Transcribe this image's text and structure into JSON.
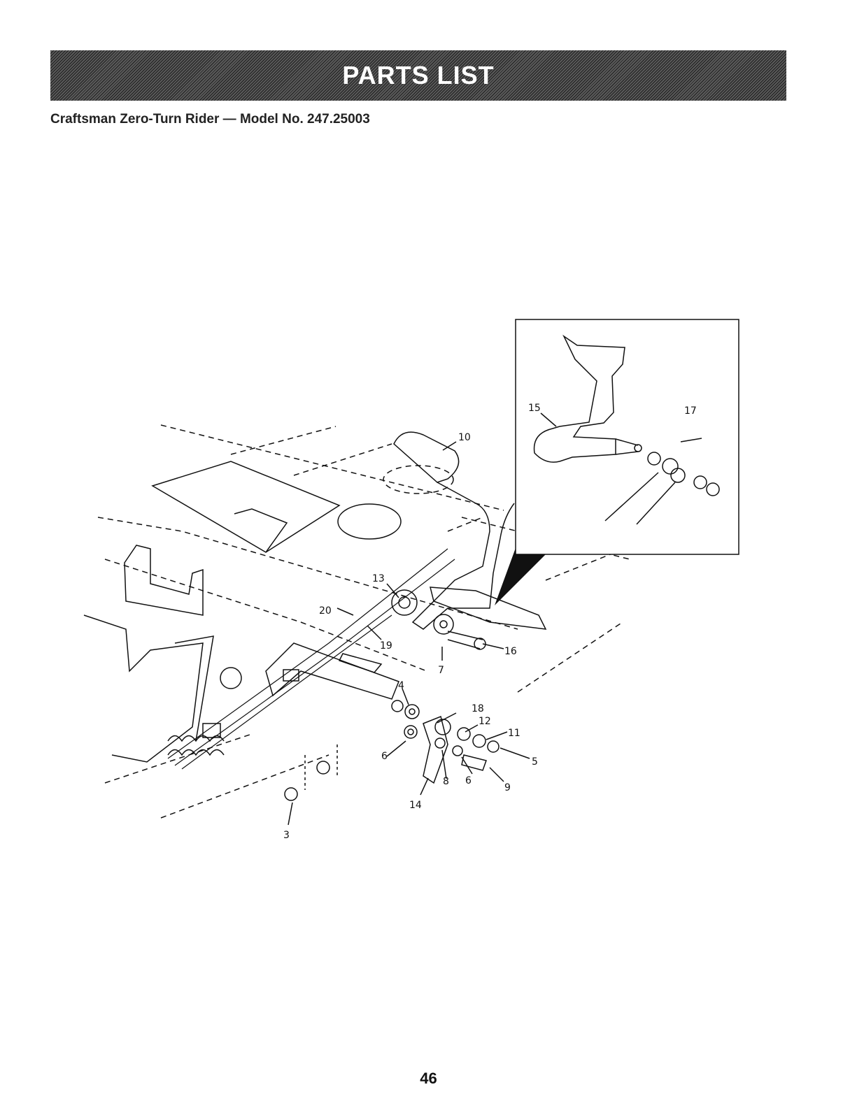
{
  "header": {
    "banner_title": "PARTS LIST",
    "subtitle": "Craftsman Zero-Turn Rider — Model No. 247.25003"
  },
  "diagram": {
    "callouts": [
      "10",
      "15",
      "17",
      "13",
      "20",
      "19",
      "7",
      "16",
      "4",
      "18",
      "12",
      "11",
      "5",
      "6",
      "8",
      "6",
      "9",
      "14",
      "3"
    ]
  },
  "footer": {
    "page_number": "46"
  }
}
